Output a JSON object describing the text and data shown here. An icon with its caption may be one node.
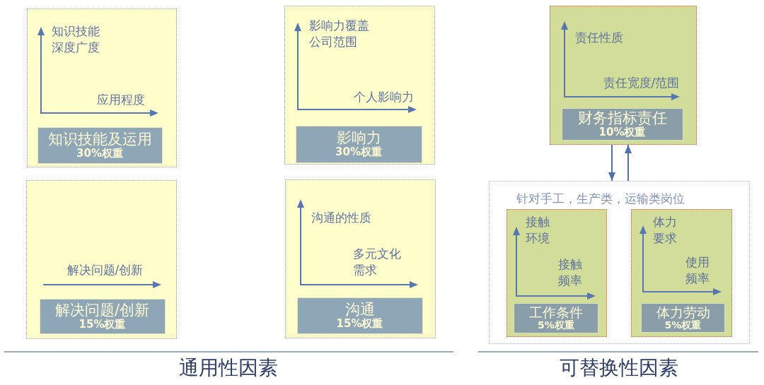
{
  "diagram": {
    "nodes": [
      {
        "text": [
          "知识技能深度广度",
          "应用程度"
        ]
      },
      {
        "text": [
          "知识技能及运用",
          "30%权重"
        ],
        "in": 0
      },
      {
        "text": [
          "影响力覆盖公司范围",
          "个人影响力"
        ]
      },
      {
        "text": [
          "影响力",
          "30%权重"
        ],
        "in": 2
      },
      {
        "text": [
          "责任性质",
          "责任宽度/范围"
        ]
      },
      {
        "text": [
          "财务指标责任",
          "10%权重"
        ],
        "in": 4
      },
      {
        "text": [
          "解决问题/创新"
        ]
      },
      {
        "text": [
          "解决问题/创新",
          "15%权重"
        ],
        "in": 6
      },
      {
        "text": [
          "沟通的性质",
          "多元文化需求"
        ]
      },
      {
        "text": [
          "沟通",
          "15%权重"
        ],
        "in": 8
      },
      {
        "text": [
          "针对手工，生产类，运输类岗位"
        ]
      },
      {
        "text": [
          "接触环境",
          "接触频率"
        ],
        "in": 10
      },
      {
        "text": [
          "工作条件",
          "5%权重"
        ],
        "in": 11
      },
      {
        "text": [
          "体力要求",
          "使用频率"
        ],
        "in": 10
      },
      {
        "text": [
          "体力劳动",
          "5%权重"
        ],
        "in": 13
      }
    ],
    "edges": [
      {
        "from": 4,
        "to": 10,
        "arrow": "to"
      },
      {
        "from": 10,
        "to": 4,
        "arrow": "to"
      }
    ],
    "labels": [
      "通用性因素",
      "可替换性因素"
    ]
  }
}
